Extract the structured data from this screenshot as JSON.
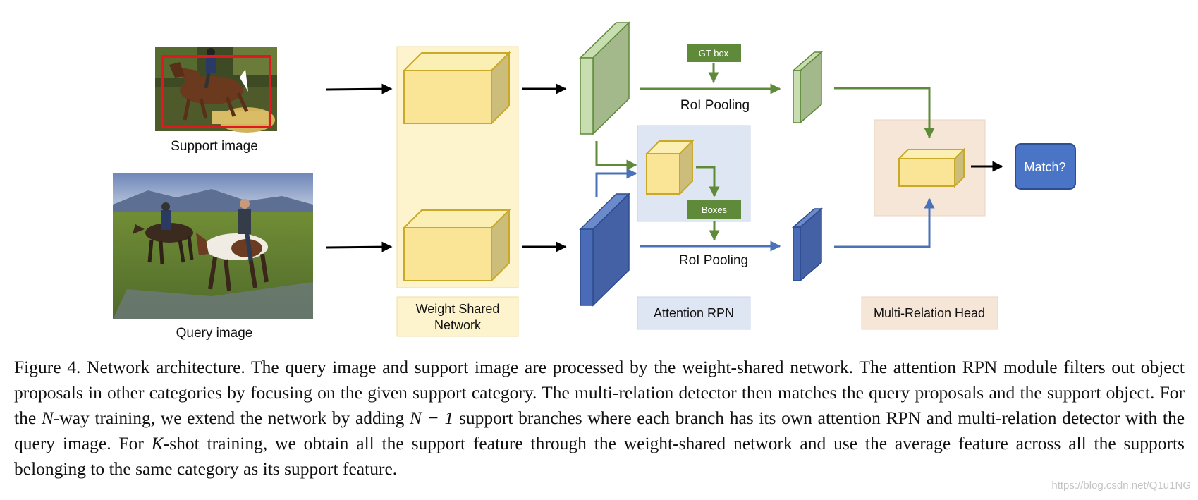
{
  "figure": {
    "support_image_label": "Support image",
    "query_image_label": "Query image",
    "weight_shared_label_line1": "Weight Shared",
    "weight_shared_label_line2": "Network",
    "gt_box_label": "GT box",
    "roi_pooling_top": "RoI Pooling",
    "roi_pooling_bottom": "RoI Pooling",
    "boxes_label": "Boxes",
    "attention_rpn_label": "Attention RPN",
    "multi_relation_label": "Multi-Relation Head",
    "match_label": "Match?"
  },
  "colors": {
    "green": "#5f8a3a",
    "blue": "#4a72b8",
    "cube_yellow": "#fae596",
    "weight_shared_bg": "#fdf3cc",
    "attention_bg": "#dfe6f3",
    "multi_relation_bg": "#f6e6d8",
    "match_fill": "#4a74c6"
  },
  "caption": {
    "figure_number": "Figure 4.",
    "s1": "Network architecture.  The query image and support image are processed by the weight-shared network.  The attention RPN module filters out object proposals in other categories by focusing on the given support category. The multi-relation detector then matches the query proposals and the support object. For the ",
    "n1": "N",
    "s2": "-way training, we extend the network by adding ",
    "n2": "N − 1",
    "s3": " support branches where each branch has its own attention RPN and multi-relation detector with the query image. For ",
    "k1": "K",
    "s4": "-shot training, we obtain all the support feature through the weight-shared network and use the average feature across all the supports belonging to the same category as its support feature."
  },
  "watermark": "https://blog.csdn.net/Q1u1NG"
}
